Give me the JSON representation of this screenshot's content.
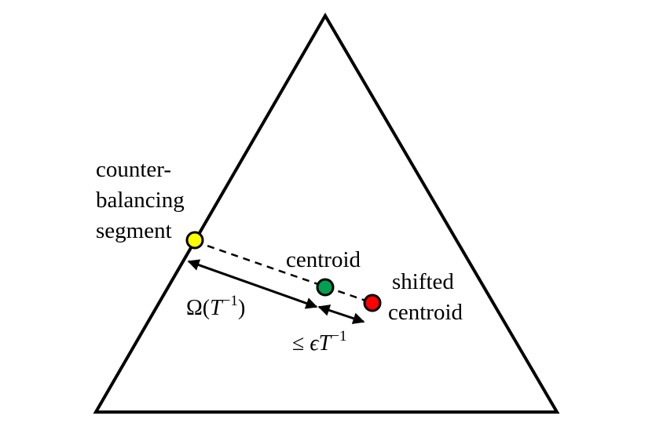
{
  "labels": {
    "counter_balancing_line1": "counter-",
    "counter_balancing_line2": "balancing",
    "counter_balancing_line3": "segment",
    "centroid": "centroid",
    "shifted_centroid_line1": "shifted",
    "shifted_centroid_line2": "centroid"
  },
  "math": {
    "omega_prefix": "Ω(",
    "omega_var": "T",
    "omega_exp": "−1",
    "omega_suffix": ")",
    "eps_prefix": "≤ ",
    "eps_symbol": "ϵ",
    "eps_var": "T",
    "eps_exp": "−1"
  },
  "colors": {
    "outline": "#000000",
    "segment_point": "#ffff00",
    "centroid_point": "#00a050",
    "shifted_centroid_point": "#ff0000"
  }
}
